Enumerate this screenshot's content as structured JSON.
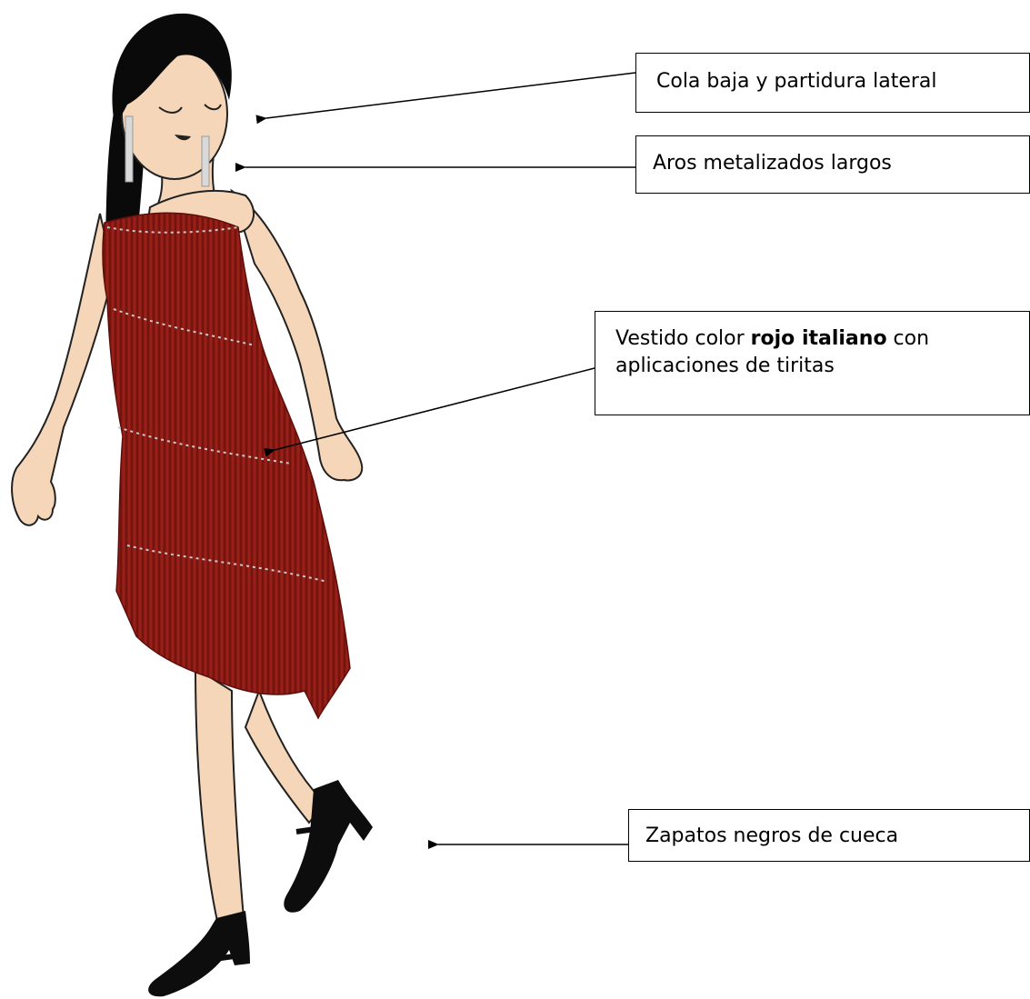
{
  "annotations": {
    "hair": {
      "text": "Cola baja y partidura lateral"
    },
    "earrings": {
      "text": "Aros metalizados largos"
    },
    "dress": {
      "text_before": "Vestido color ",
      "text_bold": "rojo italiano",
      "text_after": " con",
      "line2": "aplicaciones de tiritas"
    },
    "shoes": {
      "text": "Zapatos negros de cueca"
    }
  },
  "colors": {
    "skin": "#f5d6b8",
    "hair": "#0a0a0a",
    "dress": "#8b1a14",
    "dress_dark": "#5e0e0a",
    "shoes": "#0d0d0d",
    "outline": "#222222"
  },
  "icons": [
    "dancer-illustration",
    "arrow-left-icon"
  ]
}
